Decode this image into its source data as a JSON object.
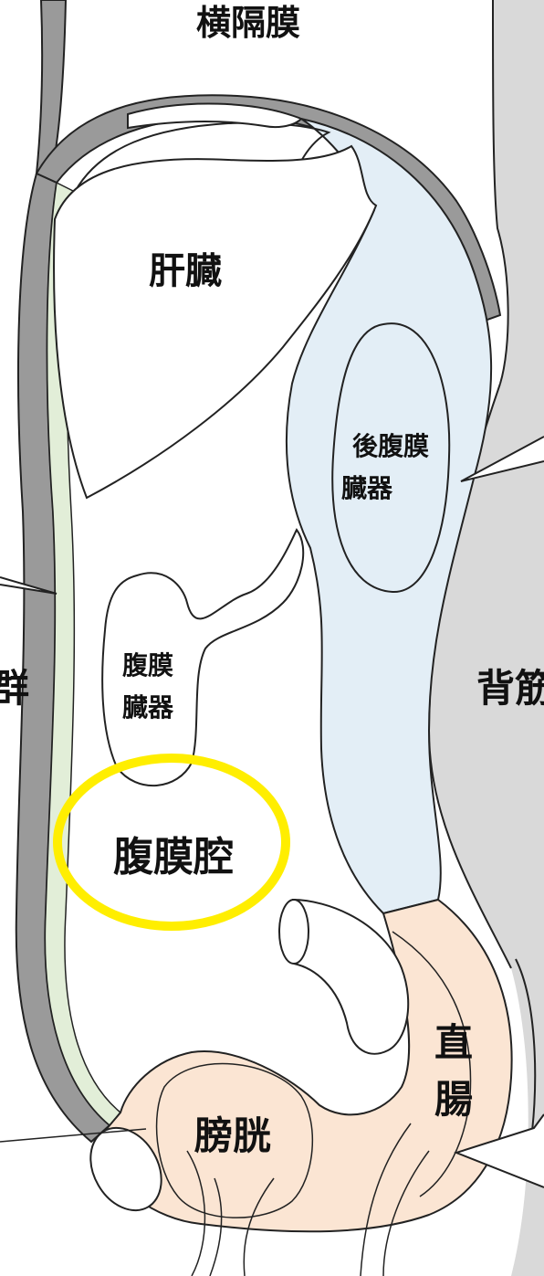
{
  "labels": {
    "diaphragm": "横隔膜",
    "liver": "肝臓",
    "retroperitoneal_organs_line1": "後腹膜",
    "retroperitoneal_organs_line2": "臓器",
    "peritoneal_organs_line1": "腹膜",
    "peritoneal_organs_line2": "臓器",
    "peritoneal_cavity": "腹膜腔",
    "back_muscle_partial": "背筋",
    "abdominal_wall_partial": "群",
    "rectum_line1": "直",
    "rectum_line2": "腸",
    "bladder": "膀胱"
  },
  "colors": {
    "outline": "#222222",
    "peritoneum_wall": "#8f8f8f",
    "parietal_layer": "#e2eed8",
    "retroperitoneum": "#e3eef6",
    "pelvic_region": "#fbe5d3",
    "highlight_ring": "#ffee00",
    "back_shadow": "#cfcfcf"
  }
}
